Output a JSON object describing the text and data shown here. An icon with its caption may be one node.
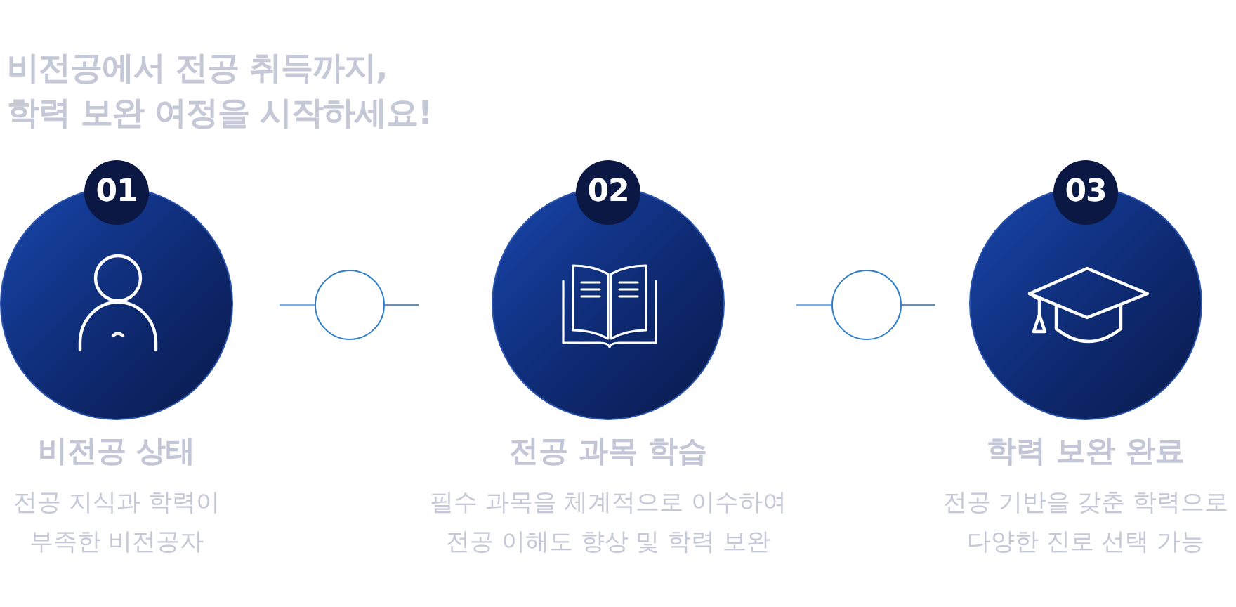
{
  "diagram": {
    "title": "비전공에서 전공 취득까지, 학력 보완 여정을 시작하세요!",
    "nodes": [
      {
        "text": [
          "01"
        ],
        "beside": [
          "비전공 상태",
          "전공 지식과 학력이 부족한 비전공자"
        ]
      },
      {
        "text": [],
        "shape": "circle"
      },
      {
        "text": [
          "02"
        ],
        "beside": [
          "전공 과목 학습",
          "필수 과목을 체계적으로 이수하여 전공 이해도 향상 및 학력 보완"
        ]
      },
      {
        "text": [],
        "shape": "circle"
      },
      {
        "text": [
          "03"
        ],
        "beside": [
          "학력 보완 완료",
          "전공 기반을 갖춘 학력으로 다양한 진로 선택 가능"
        ]
      }
    ],
    "edges": [
      {
        "from": null,
        "to": 1,
        "arrow": "none"
      },
      {
        "from": 1,
        "to": null,
        "arrow": "none",
        "color": "#6f8fb5"
      },
      {
        "from": null,
        "to": 3,
        "arrow": "none"
      },
      {
        "from": 3,
        "to": null,
        "arrow": "none",
        "color": "#6f8fb5"
      }
    ]
  }
}
